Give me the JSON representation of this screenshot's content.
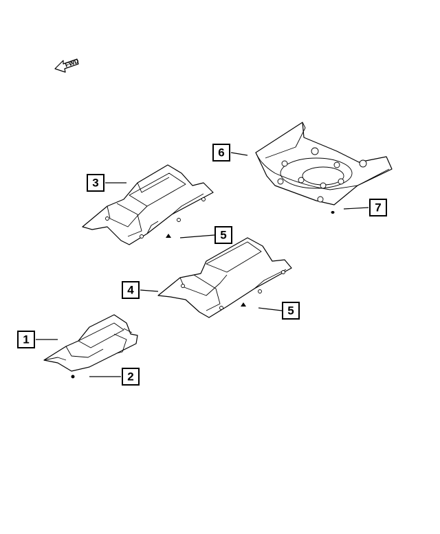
{
  "direction_indicator": {
    "label": "FWD"
  },
  "callouts": [
    {
      "id": "c1",
      "label": "1"
    },
    {
      "id": "c2",
      "label": "2"
    },
    {
      "id": "c3",
      "label": "3"
    },
    {
      "id": "c4",
      "label": "4"
    },
    {
      "id": "c5a",
      "label": "5"
    },
    {
      "id": "c5b",
      "label": "5"
    },
    {
      "id": "c6",
      "label": "6"
    },
    {
      "id": "c7",
      "label": "7"
    }
  ]
}
